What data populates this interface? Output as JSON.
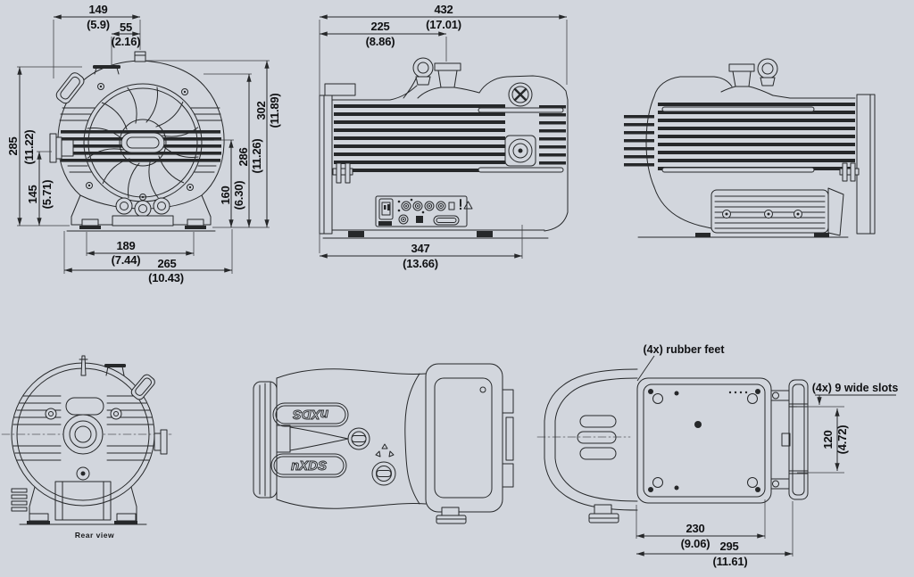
{
  "drawing": {
    "background_color": "#d2d6dd",
    "line_color": "#26282a",
    "text_color": "#101113"
  },
  "views": {
    "front": {
      "dims": {
        "top_width": {
          "mm": "149",
          "inch": "(5.9)"
        },
        "inlet_offset": {
          "mm": "55",
          "inch": "(2.16)"
        },
        "height_left": {
          "mm": "285",
          "inch": "(11.22)"
        },
        "port_height": {
          "mm": "145",
          "inch": "(5.71)"
        },
        "overall_height": {
          "mm": "302",
          "inch": "(11.89)"
        },
        "shell_height": {
          "mm": "286",
          "inch": "(11.26)"
        },
        "center_height": {
          "mm": "160",
          "inch": "(6.30)"
        },
        "base_width": {
          "mm": "189",
          "inch": "(7.44)"
        },
        "overall_width": {
          "mm": "265",
          "inch": "(10.43)"
        }
      }
    },
    "side": {
      "dims": {
        "overall_length": {
          "mm": "432",
          "inch": "(17.01)"
        },
        "inlet_position": {
          "mm": "225",
          "inch": "(8.86)"
        },
        "base_length": {
          "mm": "347",
          "inch": "(13.66)"
        }
      }
    },
    "rear": {
      "label": "Rear view"
    },
    "top": {
      "logo": "nXDS"
    },
    "bottom": {
      "annotations": {
        "rubber_feet": "(4x) rubber feet",
        "wide_slots": "(4x) 9 wide slots"
      },
      "dims": {
        "slot_spacing": {
          "mm": "120",
          "inch": "(4.72)"
        },
        "feet_spacing": {
          "mm": "230",
          "inch": "(9.06)"
        },
        "plate_length": {
          "mm": "295",
          "inch": "(11.61)"
        }
      }
    }
  }
}
